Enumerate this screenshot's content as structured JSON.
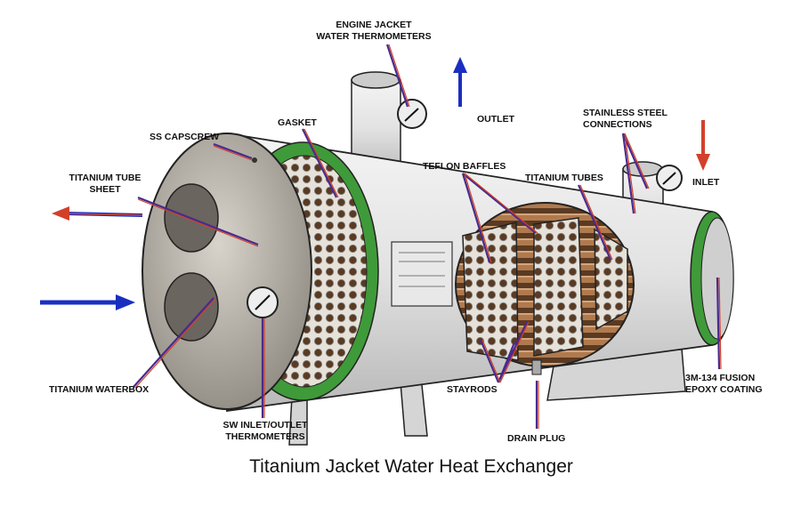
{
  "labels": {
    "engine_jacket": [
      "ENGINE JACKET",
      "WATER THERMOMETERS"
    ],
    "outlet": "OUTLET",
    "stainless": [
      "STAINLESS STEEL",
      "CONNECTIONS"
    ],
    "inlet": "INLET",
    "ss_capscrew": "SS CAPSCREW",
    "gasket": "GASKET",
    "tube_sheet": [
      "TITANIUM TUBE",
      "SHEET"
    ],
    "teflon_baffles": "TEFLON BAFFLES",
    "titanium_tubes": "TITANIUM TUBES",
    "waterbox": "TITANIUM WATERBOX",
    "sw_thermometers": [
      "SW INLET/OUTLET",
      "THERMOMETERS"
    ],
    "stayrods": "STAYRODS",
    "drain_plug": "DRAIN PLUG",
    "epoxy": [
      "3M-134 FUSION",
      "EPOXY COATING"
    ]
  },
  "title": "Titanium Jacket Water Heat Exchanger",
  "colors": {
    "leader": "#4a2a8c",
    "arrow_blue": "#1a2fc0",
    "arrow_red": "#d2402a",
    "gasket": "#3f9a3a"
  }
}
